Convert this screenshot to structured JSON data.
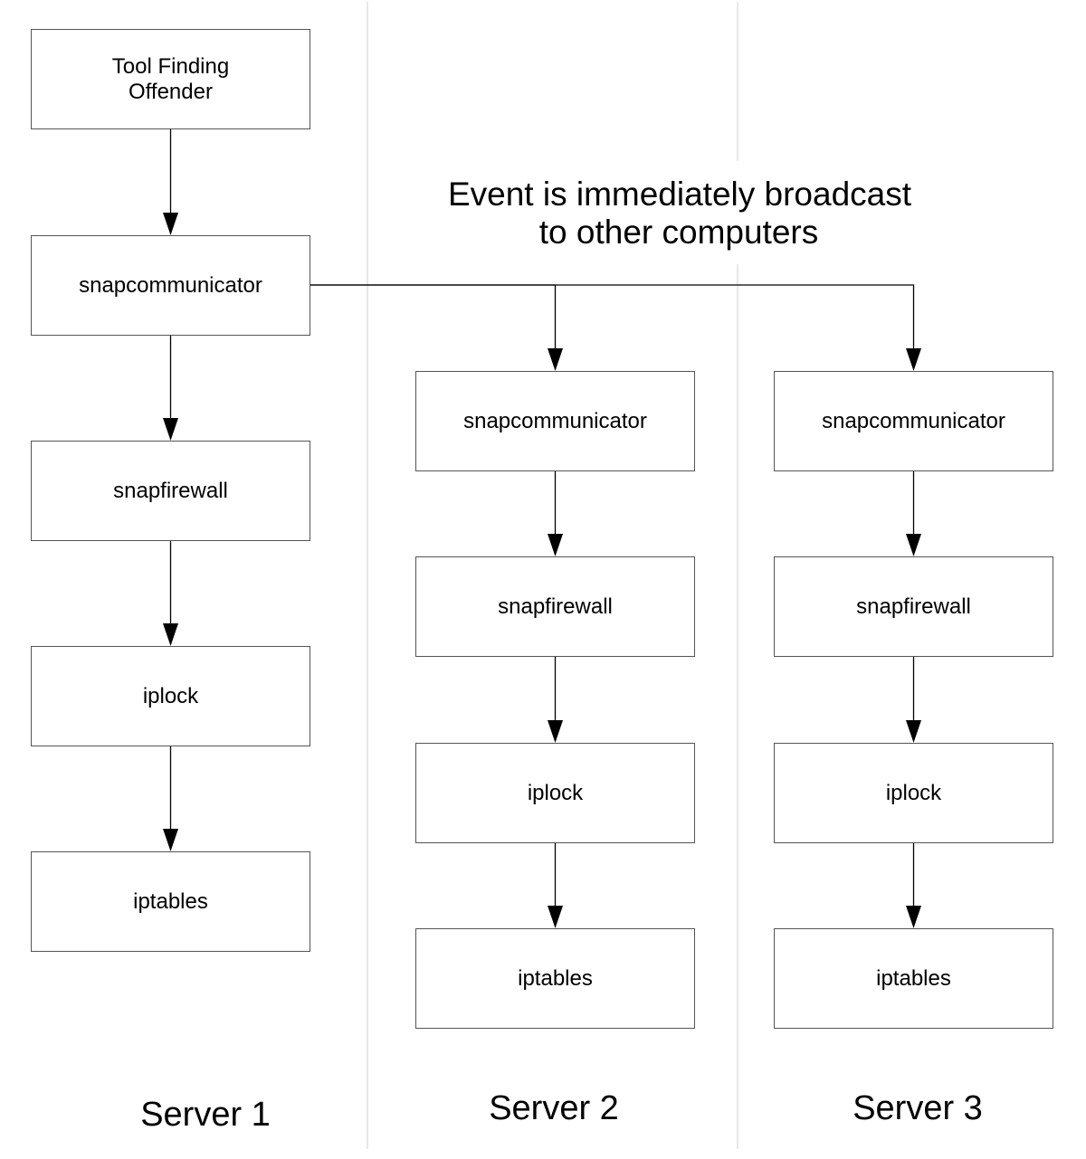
{
  "caption": {
    "line1": "Event is immediately broadcast",
    "line2": "to other computers"
  },
  "servers": [
    {
      "id": "server-1",
      "label": "Server 1",
      "nodes": [
        {
          "id": "s1-tool",
          "lines": [
            "Tool Finding",
            "Offender"
          ]
        },
        {
          "id": "s1-comm",
          "lines": [
            "snapcommunicator"
          ]
        },
        {
          "id": "s1-fw",
          "lines": [
            "snapfirewall"
          ]
        },
        {
          "id": "s1-iplock",
          "lines": [
            "iplock"
          ]
        },
        {
          "id": "s1-iptables",
          "lines": [
            "iptables"
          ]
        }
      ]
    },
    {
      "id": "server-2",
      "label": "Server 2",
      "nodes": [
        {
          "id": "s2-comm",
          "lines": [
            "snapcommunicator"
          ]
        },
        {
          "id": "s2-fw",
          "lines": [
            "snapfirewall"
          ]
        },
        {
          "id": "s2-iplock",
          "lines": [
            "iplock"
          ]
        },
        {
          "id": "s2-iptables",
          "lines": [
            "iptables"
          ]
        }
      ]
    },
    {
      "id": "server-3",
      "label": "Server 3",
      "nodes": [
        {
          "id": "s3-comm",
          "lines": [
            "snapcommunicator"
          ]
        },
        {
          "id": "s3-fw",
          "lines": [
            "snapfirewall"
          ]
        },
        {
          "id": "s3-iplock",
          "lines": [
            "iplock"
          ]
        },
        {
          "id": "s3-iptables",
          "lines": [
            "iptables"
          ]
        }
      ]
    }
  ],
  "edges": [
    {
      "from": "s1-tool",
      "to": "s1-comm"
    },
    {
      "from": "s1-comm",
      "to": "s1-fw"
    },
    {
      "from": "s1-fw",
      "to": "s1-iplock"
    },
    {
      "from": "s1-iplock",
      "to": "s1-iptables"
    },
    {
      "from": "s1-comm",
      "to": "s2-comm"
    },
    {
      "from": "s1-comm",
      "to": "s3-comm"
    },
    {
      "from": "s2-comm",
      "to": "s2-fw"
    },
    {
      "from": "s2-fw",
      "to": "s2-iplock"
    },
    {
      "from": "s2-iplock",
      "to": "s2-iptables"
    },
    {
      "from": "s3-comm",
      "to": "s3-fw"
    },
    {
      "from": "s3-fw",
      "to": "s3-iplock"
    },
    {
      "from": "s3-iplock",
      "to": "s3-iptables"
    }
  ]
}
